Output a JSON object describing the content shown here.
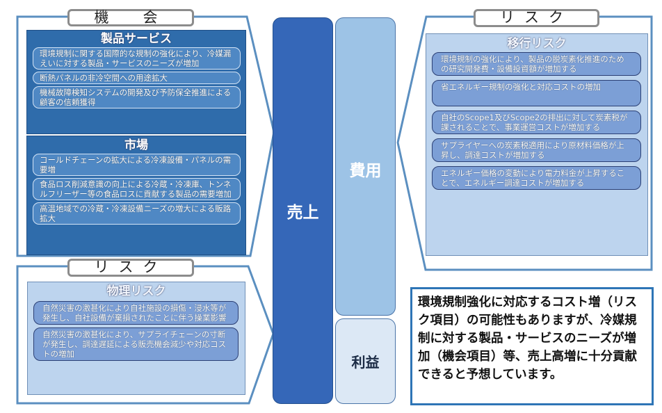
{
  "opportunity": {
    "label": "機　会",
    "product_service": {
      "title": "製品サービス",
      "items": [
        "環境規制に関する国際的な規制の強化により、冷媒漏えいに対する製品・サービスのニーズが増加",
        "断熱パネルの非冷空間への用途拡大",
        "機械故障検知システムの開発及び予防保全推進による顧客の信頼獲得"
      ]
    },
    "market": {
      "title": "市場",
      "items": [
        "コールドチェーンの拡大による冷凍設備・パネルの需要増",
        "食品ロス削減意識の向上による冷蔵・冷凍庫、トンネルフリーザー等の食品ロスに貢献する製品の需要増加",
        "高温地域での冷蔵・冷凍設備ニーズの増大による販路拡大"
      ]
    }
  },
  "physical_risk": {
    "label": "リスク",
    "title": "物理リスク",
    "items": [
      "自然災害の激甚化により自社施設の損傷・浸水等が発生し、自社設備が棄損されたことに伴う操業影響",
      "自然災害の激甚化により、サプライチェーンの寸断が発生し、調達遅延による販売機会減少や対応コストの増加"
    ]
  },
  "center": {
    "sales": "売上",
    "costs": "費用",
    "profit": "利益"
  },
  "transition_risk": {
    "label": "リスク",
    "title": "移行リスク",
    "items": [
      "環境規制の強化により、製品の脱炭素化推進のための研究開発費・設備投資額が増加する",
      "省エネルギー規制の強化と対応コストの増加",
      "自社のScope1及びScope2の排出に対して炭素税が課されることで、事業運営コストが増加する",
      "サプライヤーへの炭素税適用により原材料価格が上昇し、調達コストが増加する",
      "エネルギー価格の変動により電力料金が上昇することで、エネルギー調達コストが増加する"
    ]
  },
  "summary": "環境規制強化に対応するコスト増（リスク項目）の可能性もありますが、冷媒規制に対する製品・サービスのニーズが増加（機会項目）等、売上高増に十分貢献できると予想しています。",
  "colors": {
    "frame": "#5b8fc0",
    "sales": "#3567b8",
    "costs": "#9dc3e6",
    "profit": "#dce8f5",
    "note_border": "#2e75b6"
  }
}
